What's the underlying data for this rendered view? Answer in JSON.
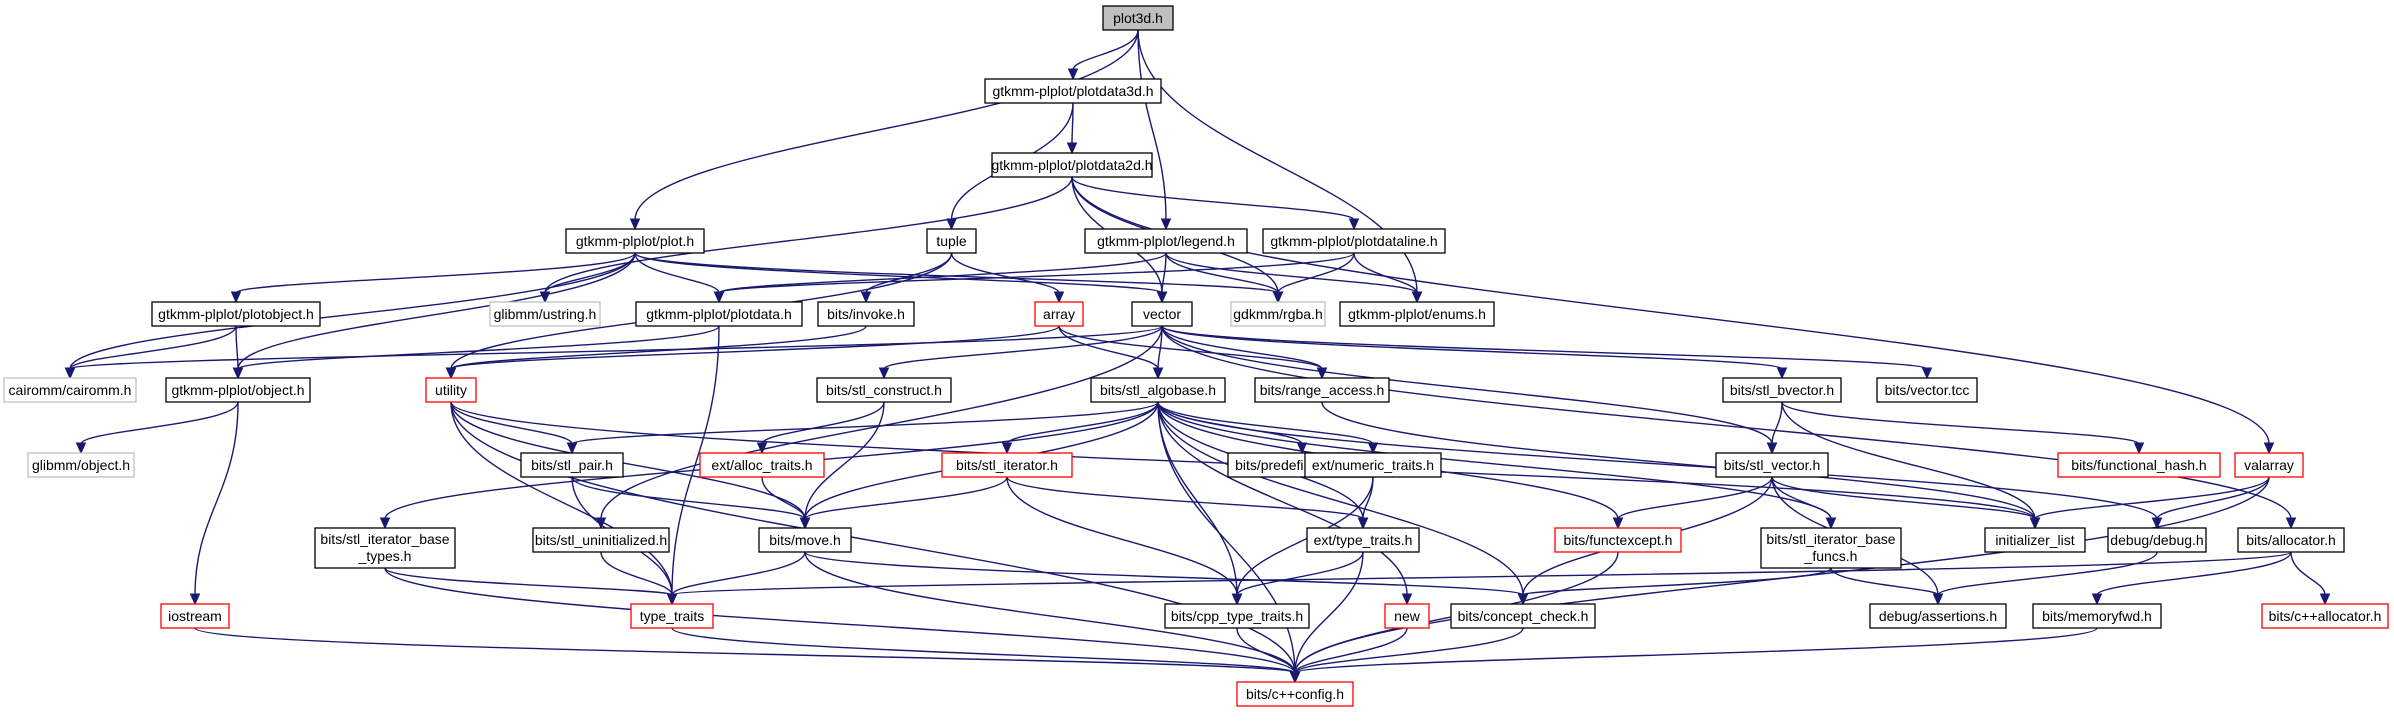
{
  "graph": {
    "nodes": [
      {
        "id": "plot3d",
        "label": "plot3d.h",
        "kind": "root"
      },
      {
        "id": "plotdata3d",
        "label": "gtkmm-plplot/plotdata3d.h",
        "kind": "default"
      },
      {
        "id": "plotdata2d",
        "label": "gtkmm-plplot/plotdata2d.h",
        "kind": "default"
      },
      {
        "id": "plot",
        "label": "gtkmm-plplot/plot.h",
        "kind": "default"
      },
      {
        "id": "tuple",
        "label": "tuple",
        "kind": "default"
      },
      {
        "id": "legend",
        "label": "gtkmm-plplot/legend.h",
        "kind": "default"
      },
      {
        "id": "plotdataline",
        "label": "gtkmm-plplot/plotdataline.h",
        "kind": "default"
      },
      {
        "id": "plotobject",
        "label": "gtkmm-plplot/plotobject.h",
        "kind": "default"
      },
      {
        "id": "ustring",
        "label": "glibmm/ustring.h",
        "kind": "missing"
      },
      {
        "id": "plotdata",
        "label": "gtkmm-plplot/plotdata.h",
        "kind": "default"
      },
      {
        "id": "invoke",
        "label": "bits/invoke.h",
        "kind": "default"
      },
      {
        "id": "array",
        "label": "array",
        "kind": "truncated"
      },
      {
        "id": "vector",
        "label": "vector",
        "kind": "default"
      },
      {
        "id": "rgba",
        "label": "gdkmm/rgba.h",
        "kind": "missing"
      },
      {
        "id": "enums",
        "label": "gtkmm-plplot/enums.h",
        "kind": "default"
      },
      {
        "id": "cairomm",
        "label": "cairomm/cairomm.h",
        "kind": "missing"
      },
      {
        "id": "object",
        "label": "gtkmm-plplot/object.h",
        "kind": "default"
      },
      {
        "id": "utility",
        "label": "utility",
        "kind": "truncated"
      },
      {
        "id": "stl_construct",
        "label": "bits/stl_construct.h",
        "kind": "default"
      },
      {
        "id": "stl_algobase",
        "label": "bits/stl_algobase.h",
        "kind": "default"
      },
      {
        "id": "range_access",
        "label": "bits/range_access.h",
        "kind": "default"
      },
      {
        "id": "stl_bvector",
        "label": "bits/stl_bvector.h",
        "kind": "default"
      },
      {
        "id": "vector_tcc",
        "label": "bits/vector.tcc",
        "kind": "default"
      },
      {
        "id": "glib_object",
        "label": "glibmm/object.h",
        "kind": "missing"
      },
      {
        "id": "stl_pair",
        "label": "bits/stl_pair.h",
        "kind": "default"
      },
      {
        "id": "alloc_traits",
        "label": "ext/alloc_traits.h",
        "kind": "truncated"
      },
      {
        "id": "stl_iterator",
        "label": "bits/stl_iterator.h",
        "kind": "truncated"
      },
      {
        "id": "predefined_ops",
        "label": "bits/predefined_ops.h",
        "kind": "default"
      },
      {
        "id": "numeric_traits",
        "label": "ext/numeric_traits.h",
        "kind": "default"
      },
      {
        "id": "stl_vector",
        "label": "bits/stl_vector.h",
        "kind": "default"
      },
      {
        "id": "functional_hash",
        "label": "bits/functional_hash.h",
        "kind": "truncated"
      },
      {
        "id": "valarray",
        "label": "valarray",
        "kind": "truncated"
      },
      {
        "id": "iter_base_types",
        "label": "bits/stl_iterator_base\n_types.h",
        "kind": "default"
      },
      {
        "id": "stl_uninitialized",
        "label": "bits/stl_uninitialized.h",
        "kind": "default"
      },
      {
        "id": "move",
        "label": "bits/move.h",
        "kind": "default"
      },
      {
        "id": "type_traits_ext",
        "label": "ext/type_traits.h",
        "kind": "default"
      },
      {
        "id": "functexcept",
        "label": "bits/functexcept.h",
        "kind": "truncated"
      },
      {
        "id": "iter_base_funcs",
        "label": "bits/stl_iterator_base\n_funcs.h",
        "kind": "default"
      },
      {
        "id": "initializer_list",
        "label": "initializer_list",
        "kind": "default"
      },
      {
        "id": "debug_debug",
        "label": "debug/debug.h",
        "kind": "default"
      },
      {
        "id": "allocator",
        "label": "bits/allocator.h",
        "kind": "default"
      },
      {
        "id": "iostream",
        "label": "iostream",
        "kind": "truncated"
      },
      {
        "id": "type_traits",
        "label": "type_traits",
        "kind": "truncated"
      },
      {
        "id": "cpp_type_traits",
        "label": "bits/cpp_type_traits.h",
        "kind": "default"
      },
      {
        "id": "new",
        "label": "new",
        "kind": "truncated"
      },
      {
        "id": "concept_check",
        "label": "bits/concept_check.h",
        "kind": "default"
      },
      {
        "id": "assertions",
        "label": "debug/assertions.h",
        "kind": "default"
      },
      {
        "id": "memoryfwd",
        "label": "bits/memoryfwd.h",
        "kind": "default"
      },
      {
        "id": "cpp_allocator",
        "label": "bits/c++allocator.h",
        "kind": "truncated"
      },
      {
        "id": "cxxconfig",
        "label": "bits/c++config.h",
        "kind": "truncated"
      }
    ],
    "edges": [
      [
        "plot3d",
        "plotdata3d"
      ],
      [
        "plot3d",
        "plot"
      ],
      [
        "plot3d",
        "legend"
      ],
      [
        "plot3d",
        "enums"
      ],
      [
        "plotdata3d",
        "plotdata2d"
      ],
      [
        "plotdata3d",
        "tuple"
      ],
      [
        "plotdata2d",
        "ustring"
      ],
      [
        "plotdata2d",
        "vector"
      ],
      [
        "plotdata2d",
        "plotdataline"
      ],
      [
        "plotdata2d",
        "rgba"
      ],
      [
        "plotdata2d",
        "valarray"
      ],
      [
        "plot",
        "plotobject"
      ],
      [
        "plot",
        "ustring"
      ],
      [
        "plot",
        "plotdata"
      ],
      [
        "plot",
        "rgba"
      ],
      [
        "plot",
        "cairomm"
      ],
      [
        "plot",
        "object"
      ],
      [
        "plot",
        "vector"
      ],
      [
        "tuple",
        "invoke"
      ],
      [
        "tuple",
        "array"
      ],
      [
        "tuple",
        "utility"
      ],
      [
        "legend",
        "vector"
      ],
      [
        "legend",
        "rgba"
      ],
      [
        "legend",
        "enums"
      ],
      [
        "legend",
        "plotdata"
      ],
      [
        "plotdataline",
        "plotdata"
      ],
      [
        "plotdataline",
        "rgba"
      ],
      [
        "plotdataline",
        "enums"
      ],
      [
        "plotobject",
        "cairomm"
      ],
      [
        "plotobject",
        "object"
      ],
      [
        "plotdata",
        "object"
      ],
      [
        "plotdata",
        "type_traits"
      ],
      [
        "invoke",
        "utility"
      ],
      [
        "array",
        "utility"
      ],
      [
        "array",
        "stl_algobase"
      ],
      [
        "array",
        "range_access"
      ],
      [
        "vector",
        "stl_construct"
      ],
      [
        "vector",
        "stl_algobase"
      ],
      [
        "vector",
        "range_access"
      ],
      [
        "vector",
        "stl_bvector"
      ],
      [
        "vector",
        "vector_tcc"
      ],
      [
        "vector",
        "stl_vector"
      ],
      [
        "vector",
        "allocator"
      ],
      [
        "vector",
        "stl_uninitialized"
      ],
      [
        "vector",
        "cairomm"
      ],
      [
        "object",
        "glib_object"
      ],
      [
        "object",
        "iostream"
      ],
      [
        "utility",
        "stl_pair"
      ],
      [
        "utility",
        "move"
      ],
      [
        "utility",
        "type_traits"
      ],
      [
        "utility",
        "cxxconfig"
      ],
      [
        "utility",
        "initializer_list"
      ],
      [
        "stl_construct",
        "alloc_traits"
      ],
      [
        "stl_construct",
        "move"
      ],
      [
        "stl_algobase",
        "stl_pair"
      ],
      [
        "stl_algobase",
        "stl_iterator"
      ],
      [
        "stl_algobase",
        "predefined_ops"
      ],
      [
        "stl_algobase",
        "numeric_traits"
      ],
      [
        "stl_algobase",
        "iter_base_types"
      ],
      [
        "stl_algobase",
        "move"
      ],
      [
        "stl_algobase",
        "type_traits_ext"
      ],
      [
        "stl_algobase",
        "functexcept"
      ],
      [
        "stl_algobase",
        "iter_base_funcs"
      ],
      [
        "stl_algobase",
        "debug_debug"
      ],
      [
        "stl_algobase",
        "cpp_type_traits"
      ],
      [
        "stl_algobase",
        "new"
      ],
      [
        "stl_algobase",
        "concept_check"
      ],
      [
        "stl_algobase",
        "cxxconfig"
      ],
      [
        "range_access",
        "initializer_list"
      ],
      [
        "stl_bvector",
        "functional_hash"
      ],
      [
        "stl_bvector",
        "stl_vector"
      ],
      [
        "stl_bvector",
        "initializer_list"
      ],
      [
        "stl_pair",
        "move"
      ],
      [
        "stl_pair",
        "type_traits"
      ],
      [
        "alloc_traits",
        "move"
      ],
      [
        "stl_iterator",
        "move"
      ],
      [
        "stl_iterator",
        "type_traits_ext"
      ],
      [
        "stl_iterator",
        "cpp_type_traits"
      ],
      [
        "numeric_traits",
        "cpp_type_traits"
      ],
      [
        "numeric_traits",
        "type_traits_ext"
      ],
      [
        "stl_vector",
        "functexcept"
      ],
      [
        "stl_vector",
        "iter_base_funcs"
      ],
      [
        "stl_vector",
        "initializer_list"
      ],
      [
        "stl_vector",
        "concept_check"
      ],
      [
        "stl_vector",
        "assertions"
      ],
      [
        "valarray",
        "initializer_list"
      ],
      [
        "valarray",
        "debug_debug"
      ],
      [
        "valarray",
        "cxxconfig"
      ],
      [
        "iter_base_types",
        "type_traits"
      ],
      [
        "iter_base_types",
        "cxxconfig"
      ],
      [
        "stl_uninitialized",
        "type_traits"
      ],
      [
        "move",
        "type_traits"
      ],
      [
        "move",
        "concept_check"
      ],
      [
        "move",
        "cxxconfig"
      ],
      [
        "type_traits_ext",
        "cpp_type_traits"
      ],
      [
        "type_traits_ext",
        "cxxconfig"
      ],
      [
        "functexcept",
        "cxxconfig"
      ],
      [
        "iter_base_funcs",
        "assertions"
      ],
      [
        "iter_base_funcs",
        "concept_check"
      ],
      [
        "debug_debug",
        "assertions"
      ],
      [
        "allocator",
        "memoryfwd"
      ],
      [
        "allocator",
        "cpp_allocator"
      ],
      [
        "allocator",
        "type_traits"
      ],
      [
        "iostream",
        "cxxconfig"
      ],
      [
        "type_traits",
        "cxxconfig"
      ],
      [
        "cpp_type_traits",
        "cxxconfig"
      ],
      [
        "new",
        "cxxconfig"
      ],
      [
        "concept_check",
        "cxxconfig"
      ],
      [
        "memoryfwd",
        "cxxconfig"
      ]
    ]
  }
}
